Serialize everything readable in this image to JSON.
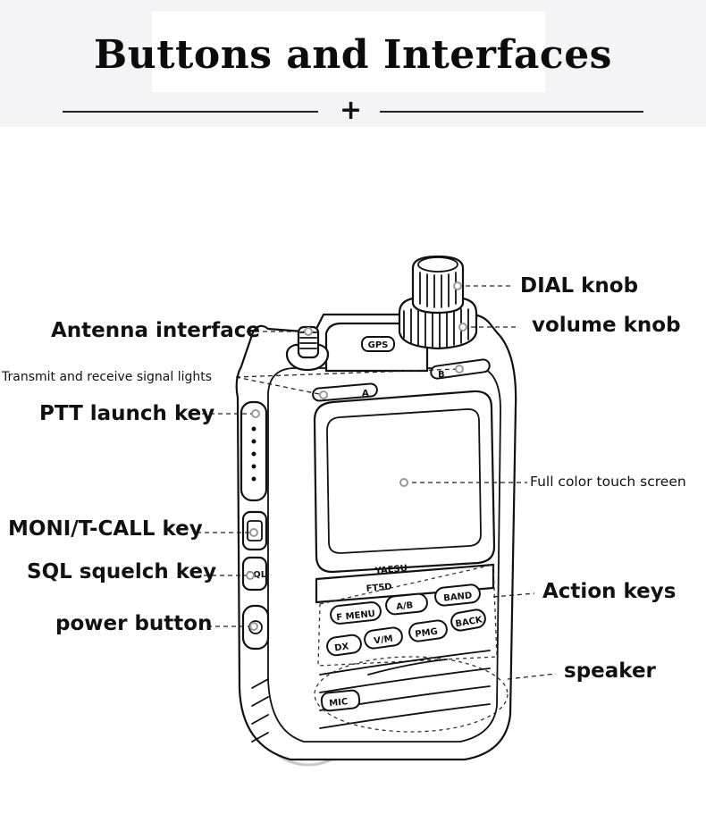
{
  "title": "Buttons and Interfaces",
  "header": {
    "divider_symbol": "+"
  },
  "device": {
    "brand": "YAESU",
    "model": "FT5D",
    "gps_badge": "GPS",
    "keys": {
      "a": "A",
      "b": "B",
      "f_menu": "F MENU",
      "ab": "A/B",
      "band": "BAND",
      "dx": "DX",
      "vm": "V/M",
      "pmg": "PMG",
      "back": "BACK",
      "sql": "SQL",
      "mic": "MIC"
    }
  },
  "labels": {
    "dial_knob": "DIAL knob",
    "volume_knob": "volume knob",
    "antenna_interface": "Antenna interface",
    "signal_lights": "Transmit and receive signal lights",
    "ptt_key": "PTT launch key",
    "touch_screen": "Full color touch screen",
    "moni_key": "MONI/T-CALL key",
    "sql_key": "SQL squelch key",
    "action_keys": "Action keys",
    "power_button": "power button",
    "speaker": "speaker"
  },
  "colors": {
    "background": "#ffffff",
    "header_band": "#f4f4f6",
    "ink": "#111111"
  }
}
